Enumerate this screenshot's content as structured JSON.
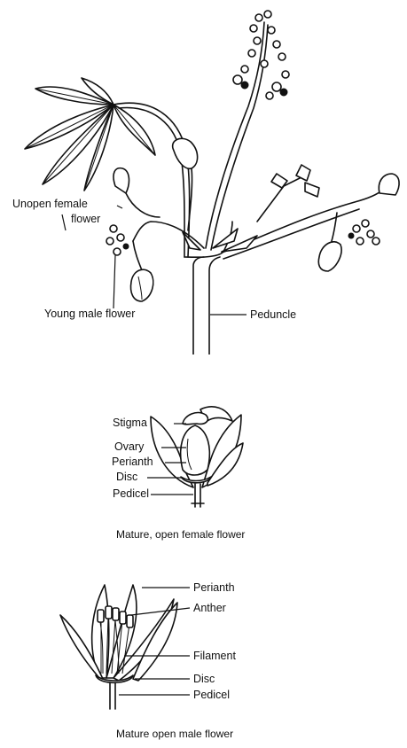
{
  "plant": {
    "labels": {
      "unopen_female_line1": "Unopen female",
      "unopen_female_line2": "flower",
      "young_male": "Young male flower",
      "peduncle": "Peduncle"
    }
  },
  "female_flower": {
    "labels": {
      "stigma": "Stigma",
      "ovary": "Ovary",
      "perianth": "Perianth",
      "disc": "Disc",
      "pedicel": "Pedicel"
    },
    "caption": "Mature, open female flower"
  },
  "male_flower": {
    "labels": {
      "perianth": "Perianth",
      "anther": "Anther",
      "filament": "Filament",
      "disc": "Disc",
      "pedicel": "Pedicel"
    },
    "caption": "Mature open male flower"
  }
}
